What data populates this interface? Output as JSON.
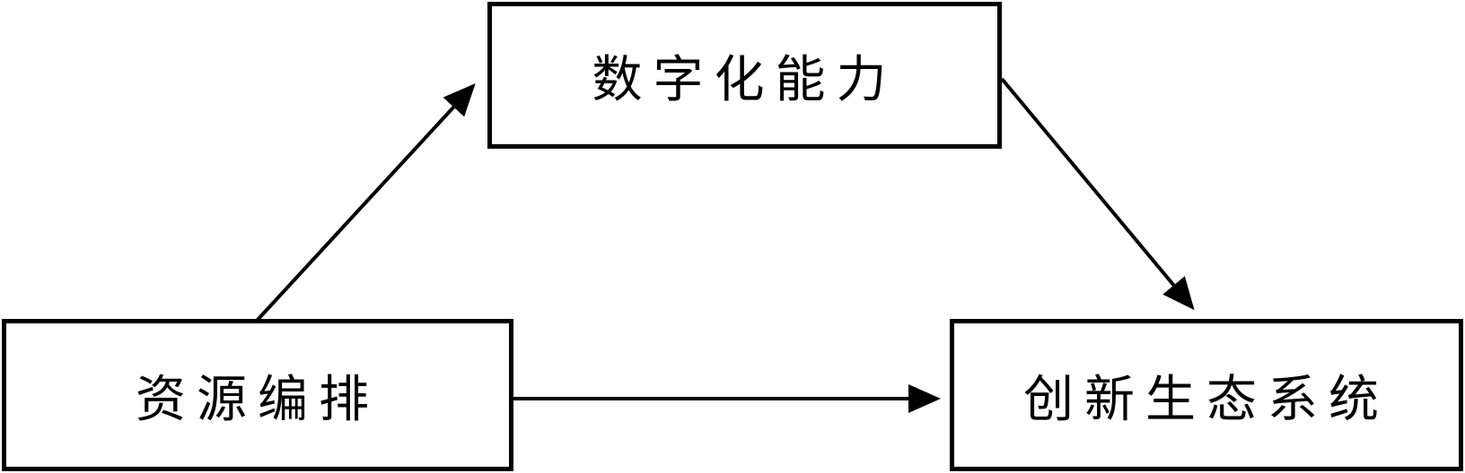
{
  "nodes": {
    "mediator": "数字化能力",
    "independent": "资源编排",
    "dependent": "创新生态系统"
  },
  "colors": {
    "stroke": "#000000",
    "background": "#ffffff"
  }
}
